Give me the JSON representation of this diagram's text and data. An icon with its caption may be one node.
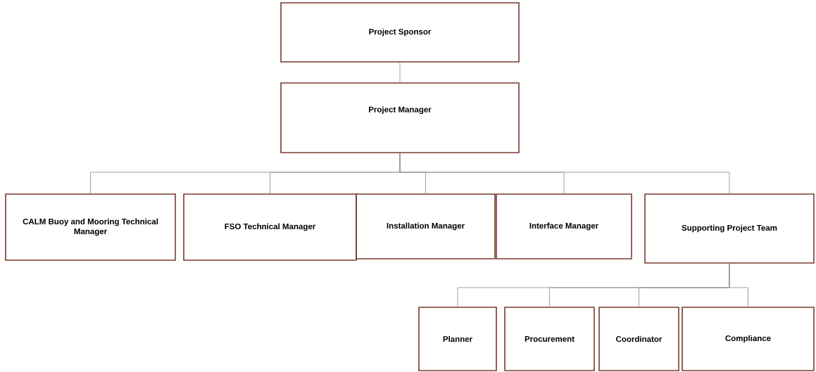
{
  "diagram": {
    "nodes": [
      {
        "text": [
          "Project Sponsor"
        ]
      },
      {
        "text": [
          "Project Manager"
        ]
      },
      {
        "text": [
          "CALM Buoy and Mooring Technical Manager"
        ]
      },
      {
        "text": [
          "FSO Technical Manager"
        ]
      },
      {
        "text": [
          "Installation Manager"
        ]
      },
      {
        "text": [
          "Interface Manager"
        ]
      },
      {
        "text": [
          "Supporting Project Team"
        ]
      },
      {
        "text": [
          "Planner"
        ]
      },
      {
        "text": [
          "Procurement"
        ]
      },
      {
        "text": [
          "Coordinator"
        ]
      },
      {
        "text": [
          "Compliance"
        ]
      }
    ],
    "edges": [
      {
        "from": 0,
        "to": 1,
        "arrow": "none"
      },
      {
        "from": 1,
        "to": 2,
        "arrow": "none"
      },
      {
        "from": 1,
        "to": 3,
        "arrow": "none"
      },
      {
        "from": 1,
        "to": 4,
        "arrow": "none"
      },
      {
        "from": 1,
        "to": 5,
        "arrow": "none"
      },
      {
        "from": 1,
        "to": 6,
        "arrow": "none"
      },
      {
        "from": 6,
        "to": 7,
        "arrow": "none"
      },
      {
        "from": 6,
        "to": 8,
        "arrow": "none"
      },
      {
        "from": 6,
        "to": 9,
        "arrow": "none"
      },
      {
        "from": 6,
        "to": 10,
        "arrow": "none"
      }
    ]
  }
}
